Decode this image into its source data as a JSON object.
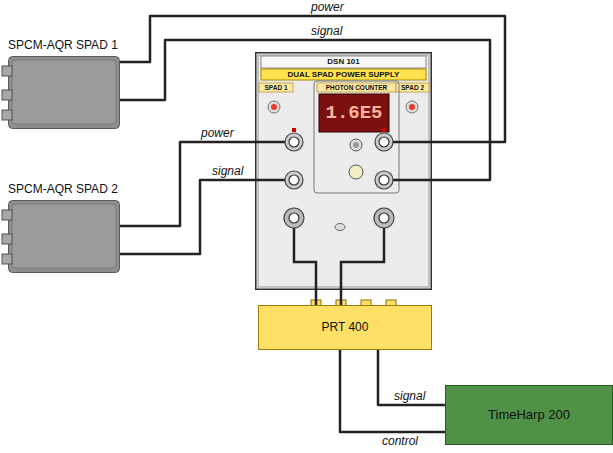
{
  "diagram": {
    "nodes": [
      {
        "text": [
          "SPCM-AQR SPAD 1"
        ]
      },
      {
        "text": [
          "SPCM-AQR SPAD 2"
        ]
      },
      {
        "text": [
          "DSN 101",
          "DUAL SPAD POWER SUPPLY",
          "SPAD 1",
          "PHOTON COUNTER",
          "SPAD 2",
          "1.6E5"
        ]
      },
      {
        "text": [
          "PRT 400"
        ]
      },
      {
        "text": [
          "TimeHarp 200"
        ]
      }
    ],
    "edges": [
      {
        "from": 0,
        "to": 2,
        "label": "power",
        "arrow": "none"
      },
      {
        "from": 0,
        "to": 2,
        "label": "signal",
        "arrow": "none"
      },
      {
        "from": 1,
        "to": 2,
        "label": "power",
        "arrow": "none"
      },
      {
        "from": 1,
        "to": 2,
        "label": "signal",
        "arrow": "none"
      },
      {
        "from": 2,
        "to": 3,
        "arrow": "none"
      },
      {
        "from": 2,
        "to": 3,
        "arrow": "none"
      },
      {
        "from": 3,
        "to": 4,
        "label": "signal",
        "arrow": "none"
      },
      {
        "from": 3,
        "to": 4,
        "label": "control",
        "arrow": "none"
      }
    ]
  }
}
